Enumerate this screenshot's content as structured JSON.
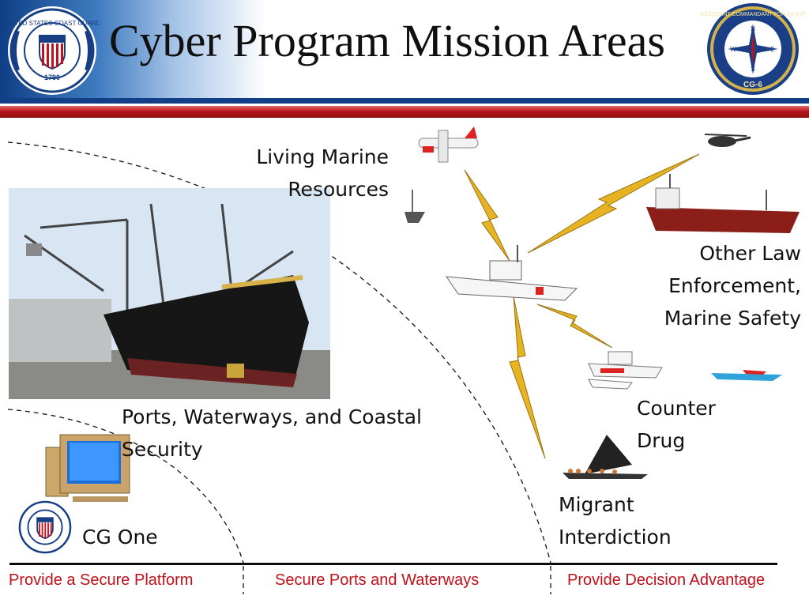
{
  "slide": {
    "title": "Cyber Program Mission Areas",
    "colors": {
      "header_blue": "#0f3f86",
      "rule_red": "#b8161c",
      "footer_text": "#c0101a"
    },
    "logos": {
      "left_seal": {
        "icon": "coast-guard-seal-icon",
        "text_top": "UNITED STATES COAST GUARD",
        "text_year": "1790"
      },
      "right_seal": {
        "icon": "cg6-compass-seal-icon",
        "text_ring": "ASSISTANT COMMANDANT FOR C4 & IT",
        "text_bottom": "CG-6",
        "compass_letters": [
          "N",
          "E",
          "S",
          "W"
        ]
      }
    },
    "labels": {
      "living_marine": [
        "Living Marine",
        "Resources"
      ],
      "other_law": [
        "Other Law",
        "Enforcement,",
        "Marine Safety"
      ],
      "ports": [
        "Ports, Waterways, and Coastal",
        "Security"
      ],
      "counter_drug": [
        "Counter",
        "Drug"
      ],
      "migrant": [
        "Migrant",
        "Interdiction"
      ],
      "cg_one": "CG One"
    },
    "images": [
      "cargo-ship-port-photo",
      "desktop-computer-icon",
      "coast-guard-seal-icon",
      "c130-aircraft-icon",
      "helicopter-icon",
      "small-boat-icon",
      "tanker-ship-icon",
      "cutter-ship-icon",
      "patrol-boat-icon",
      "speedboat-icon",
      "migrant-vessel-icon",
      "lightning-link-icon"
    ],
    "footer": {
      "left": "Provide a Secure Platform",
      "center": "Secure Ports and Waterways",
      "right": "Provide Decision Advantage"
    }
  }
}
